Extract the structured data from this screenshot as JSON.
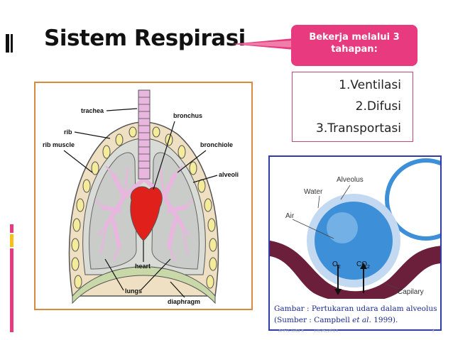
{
  "slide": {
    "title": "Sistem Respirasi",
    "callout": {
      "line1": "Bekerja melalui 3",
      "line2": "tahapan:"
    },
    "steps": [
      "1.Ventilasi",
      "2.Difusi",
      "3.Transportasi"
    ],
    "lung_diagram": {
      "labels": {
        "trachea": "trachea",
        "bronchus": "bronchus",
        "rib": "rib",
        "rib_muscle": "rib muscle",
        "bronchiole": "bronchiole",
        "alveoli": "alveoli",
        "heart": "heart",
        "lungs": "lungs",
        "diaphragm": "diaphragm"
      }
    },
    "alveolus_diagram": {
      "labels": {
        "alveolus": "Alveolus",
        "water": "Water",
        "air": "Air",
        "o2": "O",
        "o2_sub": "2",
        "co2": "CO",
        "co2_sub": "2",
        "capillary": "Capilary"
      },
      "caption_line1": "Gambar : Pertukaran udara dalam alveolus",
      "caption_line2_a": "(Sumber : Campbell ",
      "caption_line2_em": "et al.",
      "caption_line2_b": " 1999)."
    },
    "footer": {
      "author": "AnFis-Gita K",
      "date": "10/26/2014",
      "page": "3"
    },
    "colors": {
      "accent": "#e83a7e",
      "left_bar_yellow": "#f2c11a",
      "left_bar_pink": "#e83a7e",
      "lung_frame": "#d98a3f",
      "alveolus_frame": "#2f3da8",
      "heart": "#e0201a",
      "bronchi": "#e9b6df",
      "capillary": "#6b1f3a",
      "alveolus_blue": "#3d8fd8"
    }
  }
}
